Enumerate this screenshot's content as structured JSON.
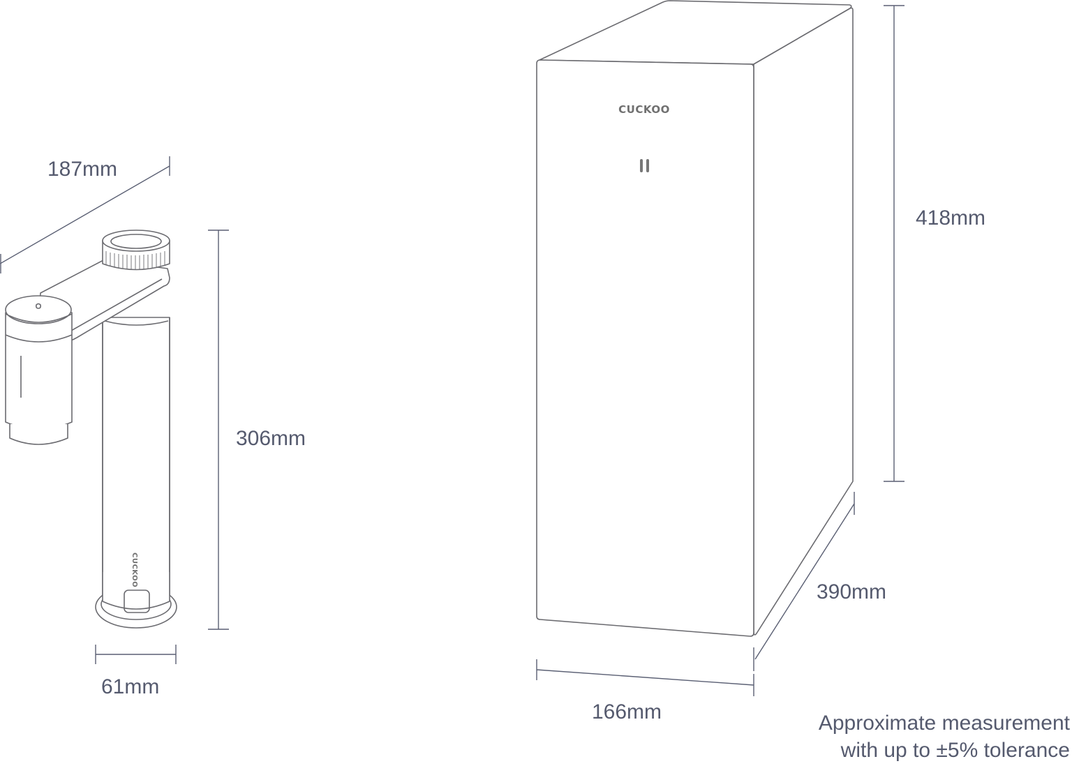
{
  "faucet": {
    "brand": "CUCKOO",
    "dimensions": {
      "depth": "187mm",
      "height": "306mm",
      "base_width": "61mm"
    }
  },
  "unit": {
    "brand": "CUCKOO",
    "dimensions": {
      "height": "418mm",
      "depth": "390mm",
      "width": "166mm"
    }
  },
  "note": {
    "line1": "Approximate measurement",
    "line2": "with up to ±5% tolerance"
  },
  "colors": {
    "line": "#6b6b70",
    "text": "#555a6e"
  }
}
